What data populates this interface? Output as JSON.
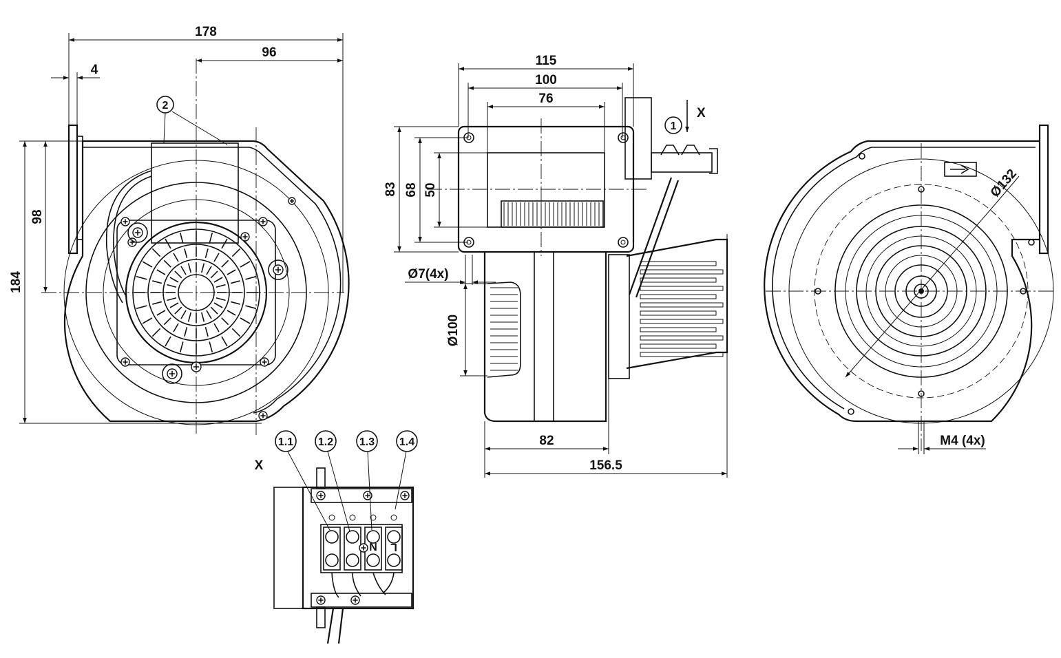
{
  "dimensions": {
    "front_overall_width": "178",
    "front_offset": "96",
    "front_flange": "4",
    "front_height": "184",
    "front_outlet_height": "98",
    "side_width_outer": "115",
    "side_width_mid": "100",
    "side_width_inner": "76",
    "side_height_outer": "83",
    "side_height_mid": "68",
    "side_height_inner": "50",
    "side_holes": "Ø7(4x)",
    "side_inlet_dia": "Ø100",
    "side_depth_short": "82",
    "side_depth_total": "156.5",
    "rear_dia": "Ø132",
    "rear_thread": "M4 (4x)"
  },
  "callouts": {
    "item_1": "1",
    "item_2": "2",
    "view_x": "X",
    "view_x_title": "X",
    "terminal_1": "1.1",
    "terminal_2": "1.2",
    "terminal_3": "1.3",
    "terminal_4": "1.4",
    "terminal_letter_n": "N",
    "terminal_letter_l": "L"
  }
}
